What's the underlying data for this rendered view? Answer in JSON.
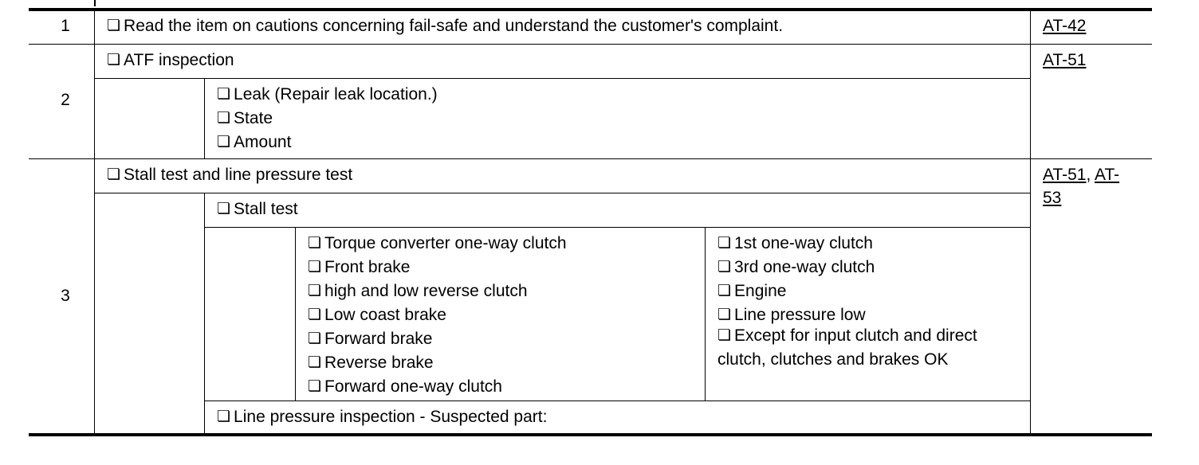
{
  "check_glyph": "❏",
  "rows": {
    "r1": {
      "number": "1",
      "text": "Read the item on cautions concerning fail-safe and understand the customer's complaint.",
      "ref": "AT-42"
    },
    "r2": {
      "number": "2",
      "heading": "ATF inspection",
      "ref": "AT-51",
      "items": [
        "Leak (Repair leak location.)",
        "State",
        "Amount"
      ]
    },
    "r3": {
      "number": "3",
      "heading": "Stall test and line pressure test",
      "ref_part1": "AT-51",
      "ref_sep": ",",
      "ref_part2": "AT-",
      "ref_part3": "53",
      "stall_test": "Stall test",
      "left_items": [
        "Torque converter one-way clutch",
        "Front brake",
        "high and low reverse clutch",
        "Low coast brake",
        "Forward brake",
        "Reverse brake",
        "Forward one-way clutch"
      ],
      "right_items": [
        "1st one-way clutch",
        "3rd one-way clutch",
        "Engine",
        "Line pressure low"
      ],
      "right_wrap": "Except for input clutch and direct clutch, clutches and brakes OK",
      "line_pressure": "Line pressure inspection - Suspected part:"
    }
  }
}
